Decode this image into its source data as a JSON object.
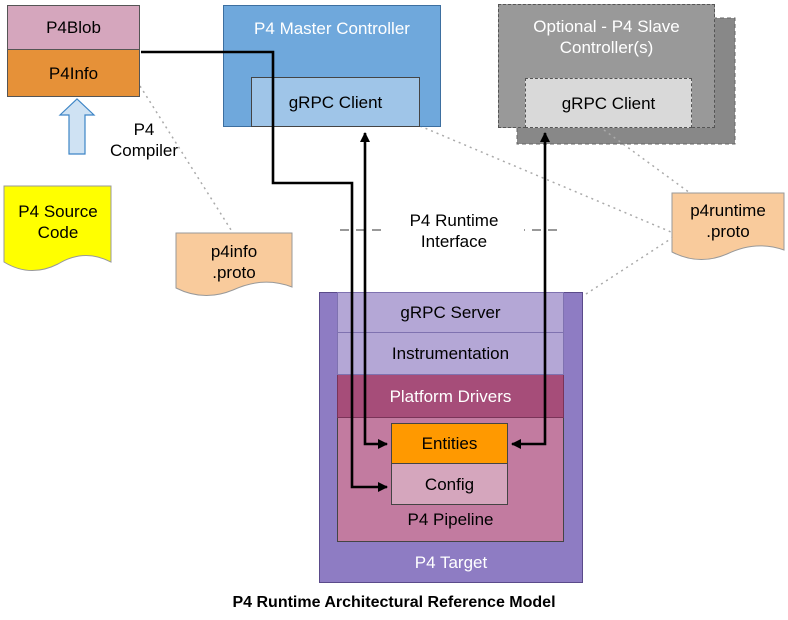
{
  "caption": "P4 Runtime Architectural Reference Model",
  "artifacts": {
    "p4blob": "P4Blob",
    "p4info": "P4Info",
    "compiler_line1": "P4",
    "compiler_line2": "Compiler",
    "source_line1": "P4 Source",
    "source_line2": "Code",
    "p4info_proto_line1": "p4info",
    "p4info_proto_line2": ".proto",
    "p4runtime_proto_line1": "p4runtime",
    "p4runtime_proto_line2": ".proto"
  },
  "master": {
    "title": "P4 Master Controller",
    "client": "gRPC Client"
  },
  "slave": {
    "title_line1": "Optional - P4 Slave",
    "title_line2": "Controller(s)",
    "client": "gRPC Client"
  },
  "interface": {
    "line1": "P4 Runtime",
    "line2": "Interface"
  },
  "target": {
    "title": "P4 Target",
    "grpc_server": "gRPC Server",
    "instrumentation": "Instrumentation",
    "platform_drivers": "Platform Drivers",
    "pipeline": "P4 Pipeline",
    "entities": "Entities",
    "config": "Config"
  },
  "colors": {
    "p4blob": "#d5a6bd",
    "p4info": "#e69138",
    "master": "#6fa8dc",
    "master_client": "#9fc5e8",
    "slave": "#999999",
    "slave_client": "#d9d9d9",
    "source": "#ffff00",
    "proto": "#f9cb9c",
    "target": "#8e7cc3",
    "layer": "#b4a7d6",
    "drivers": "#a64d79",
    "pipeline": "#c27ba0",
    "entities": "#ff9900",
    "config": "#d5a6bd",
    "arrow_up": "#cfe2f3"
  }
}
